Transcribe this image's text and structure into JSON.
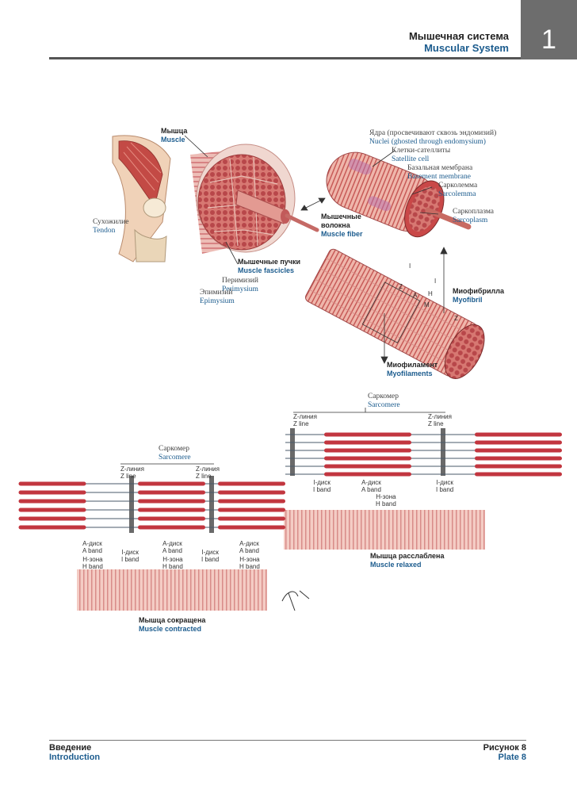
{
  "header": {
    "title_ru": "Мышечная система",
    "title_en": "Muscular System",
    "chapter_number": "1"
  },
  "labels": {
    "muscle_ru": "Мышца",
    "muscle_en": "Muscle",
    "tendon_ru": "Сухожилие",
    "tendon_en": "Tendon",
    "fascicles_ru": "Мышечные пучки",
    "fascicles_en": "Muscle fascicles",
    "perimysium_ru": "Перимизий",
    "perimysium_en": "Perimysium",
    "epimysium_ru": "Эпимизий",
    "epimysium_en": "Epimysium",
    "fiber_ru1": "Мышечные",
    "fiber_ru2": "волокна",
    "fiber_en": "Muscle fiber",
    "nuclei_ru": "Ядра (просвечивают сквозь эндомизий)",
    "nuclei_en": "Nuclei (ghosted through endomysium)",
    "satellite_ru": "Клетки-сателлиты",
    "satellite_en": "Satellite cell",
    "basement_ru": "Базальная мембрана",
    "basement_en": "Basement membrane",
    "sarcolemma_ru": "Сарколемма",
    "sarcolemma_en": "Sarcolemma",
    "sarcoplasm_ru": "Саркоплазма",
    "sarcoplasm_en": "Sarcoplasm",
    "myofibril_ru": "Миофибрилла",
    "myofibril_en": "Myofibril",
    "myofilament_ru": "Миофиламент",
    "myofilament_en": "Myofilaments",
    "i_letter": "I",
    "z_letter": "Z",
    "h_letter": "H",
    "m_letter": "M",
    "a_letter": "A"
  },
  "relaxed": {
    "sarcomere_ru": "Саркомер",
    "sarcomere_en": "Sarcomere",
    "zline_ru": "Z-линия",
    "zline_en": "Z line",
    "iband_ru": "I-диск",
    "iband_en": "I band",
    "aband_ru": "A-диск",
    "aband_en": "A band",
    "hband_ru": "H-зона",
    "hband_en": "H band",
    "caption_ru": "Мышца расслаблена",
    "caption_en": "Muscle relaxed"
  },
  "contracted": {
    "sarcomere_ru": "Саркомер",
    "sarcomere_en": "Sarcomere",
    "zline_ru": "Z-линия",
    "zline_en": "Z line",
    "iband_ru": "I-диск",
    "iband_en": "I band",
    "aband_ru": "A-диск",
    "aband_en": "A band",
    "hband_ru": "H-зона",
    "hband_en": "H band",
    "caption_ru": "Мышца сокращена",
    "caption_en": "Muscle contracted"
  },
  "footer": {
    "left_ru": "Введение",
    "left_en": "Introduction",
    "right_ru": "Рисунок 8",
    "right_en": "Plate 8"
  },
  "colors": {
    "accent": "#1c5c8e",
    "muscle": "#c9595a",
    "muscle_light": "#eaa39a",
    "tendon": "#f1dfc4",
    "filament_thick": "#c2363f",
    "filament_thin": "#4a5a6a",
    "chapter_tab": "#6d6d6d"
  }
}
